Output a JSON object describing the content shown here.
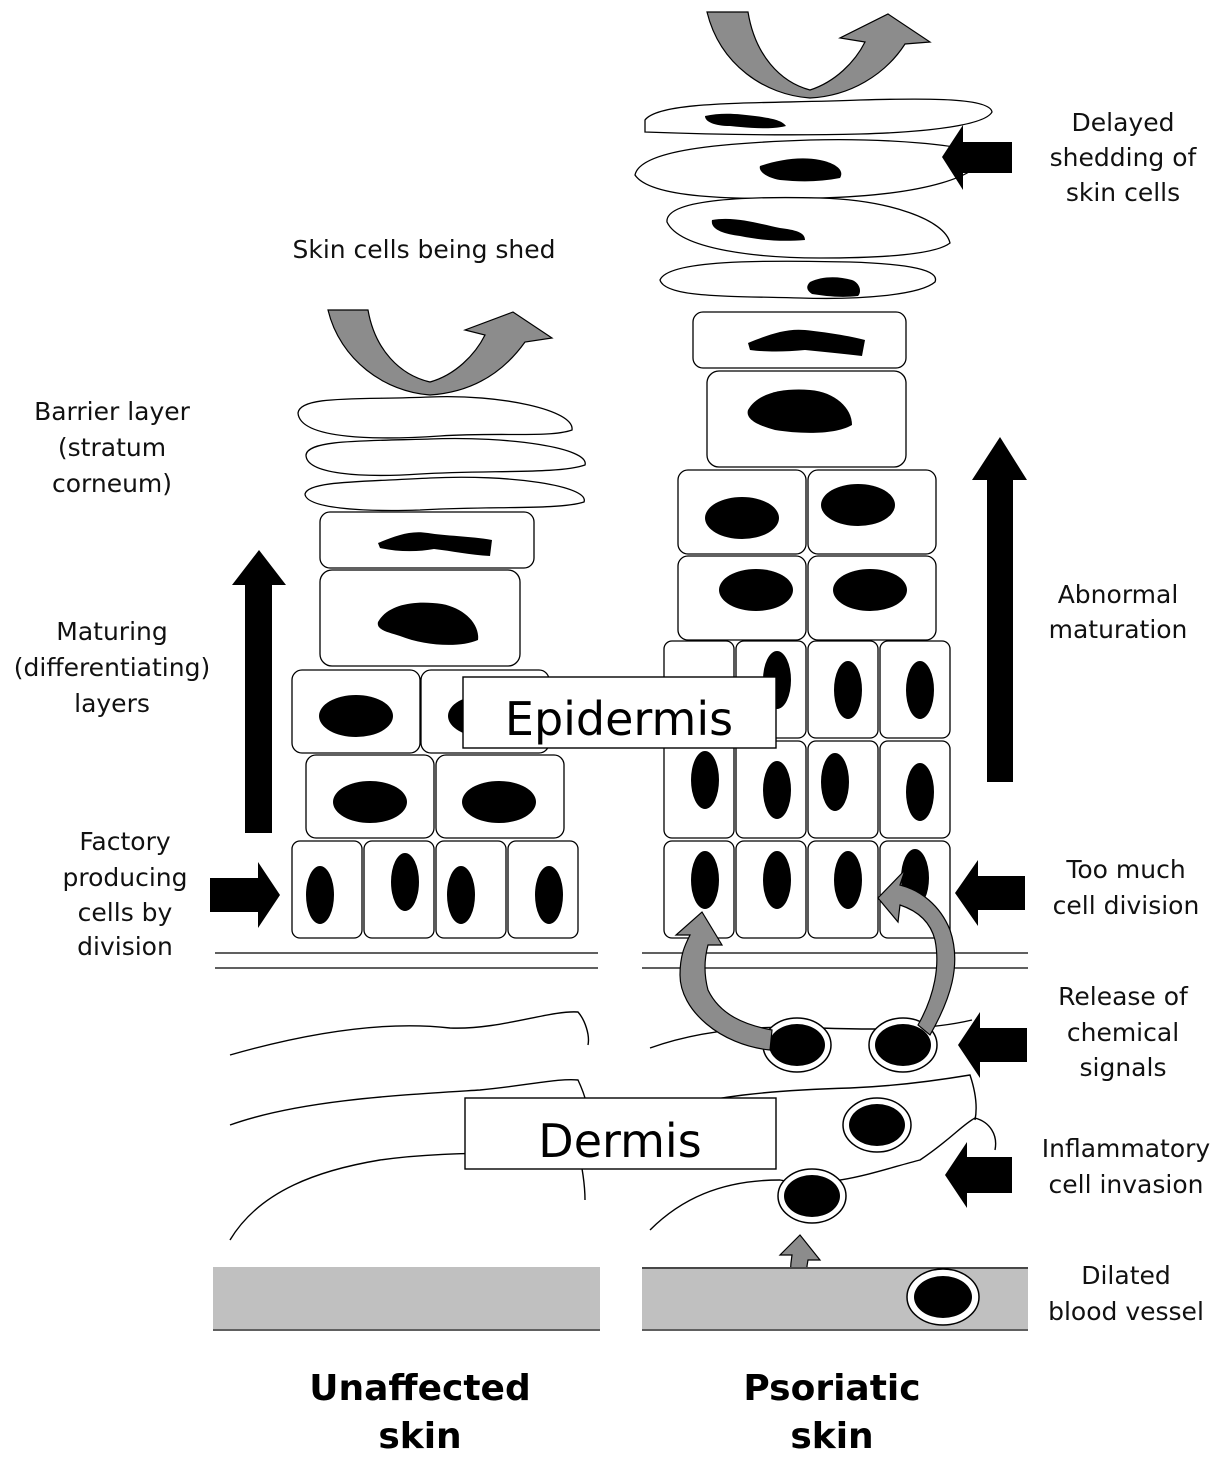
{
  "labels": {
    "skin_cells_being_shed": "Skin cells being shed",
    "barrier_layer": [
      "Barrier layer",
      "(stratum",
      "corneum)"
    ],
    "maturing_layers": [
      "Maturing",
      "(differentiating)",
      "layers"
    ],
    "factory": [
      "Factory",
      "producing",
      "cells by",
      "division"
    ],
    "delayed_shedding": [
      "Delayed",
      "shedding of",
      "skin cells"
    ],
    "abnormal_maturation": [
      "Abnormal",
      "maturation"
    ],
    "too_much_division": [
      "Too much",
      "cell division"
    ],
    "release_signals": [
      "Release of",
      "chemical",
      "signals"
    ],
    "inflammatory_invasion": [
      "Inflammatory",
      "cell invasion"
    ],
    "dilated_vessel": [
      "Dilated",
      "blood vessel"
    ],
    "epidermis": "Epidermis",
    "dermis": "Dermis",
    "unaffected": [
      "Unaffected",
      "skin"
    ],
    "psoriatic": [
      "Psoriatic",
      "skin"
    ]
  },
  "colors": {
    "arrow_gray": "#8c8c8c",
    "vessel_gray": "#c0c0c0",
    "black": "#000000"
  }
}
